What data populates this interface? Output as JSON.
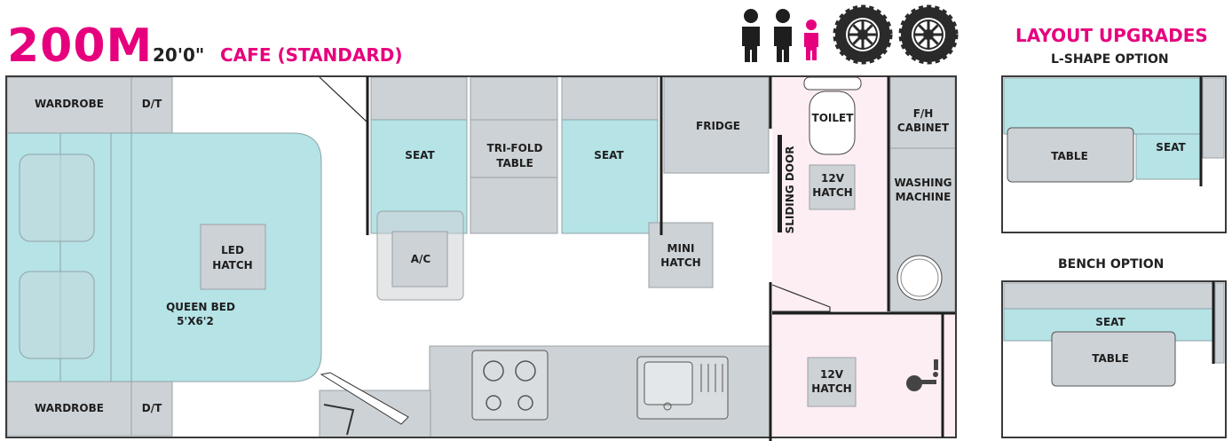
{
  "header": {
    "model": "200M",
    "length": "20'0\"",
    "layout_name": "CAFE (STANDARD)"
  },
  "occupancy_icons": [
    "adult-person-icon",
    "adult-person-icon",
    "child-person-icon"
  ],
  "wheel_icons": [
    "wheel-icon",
    "wheel-icon"
  ],
  "colors": {
    "brand_pink": "#e6007e",
    "furniture_grey": "#cdd2d6",
    "cushion_teal": "#b5e3e6",
    "ensuite_pink": "#fdeef4",
    "wall_grey": "#3a3a3a"
  },
  "plan_labels": {
    "wardrobe_top": "WARDROBE",
    "dt_top": "D/T",
    "wardrobe_bottom": "WARDROBE",
    "dt_bottom": "D/T",
    "led_hatch_1": "LED",
    "led_hatch_2": "HATCH",
    "queen_bed_1": "QUEEN BED",
    "queen_bed_2": "5'X6'2",
    "seat_left": "SEAT",
    "trifold_1": "TRI-FOLD",
    "trifold_2": "TABLE",
    "seat_right": "SEAT",
    "ac": "A/C",
    "mini_hatch_1": "MINI",
    "mini_hatch_2": "HATCH",
    "fridge": "FRIDGE",
    "sliding_door": "SLIDING DOOR",
    "toilet": "TOILET",
    "hatch_12v_1": "12V",
    "hatch_12v_2": "HATCH",
    "fh_1": "F/H",
    "fh_2": "CABINET",
    "washing_1": "WASHING",
    "washing_2": "MACHINE",
    "hatch_12v_b1": "12V",
    "hatch_12v_b2": "HATCH"
  },
  "upgrades": {
    "title": "LAYOUT UPGRADES",
    "lshape_title": "L-SHAPE OPTION",
    "lshape_table": "TABLE",
    "lshape_seat": "SEAT",
    "bench_title": "BENCH OPTION",
    "bench_seat": "SEAT",
    "bench_table": "TABLE"
  }
}
